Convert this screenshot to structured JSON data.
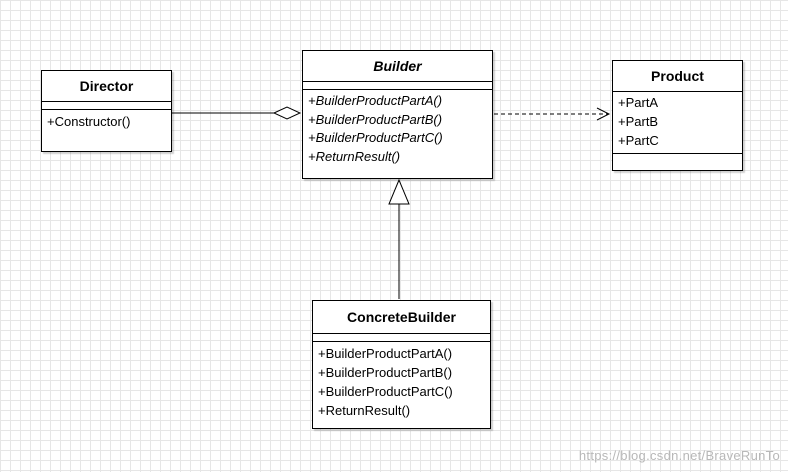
{
  "classes": {
    "director": {
      "name": "Director",
      "attributes": [],
      "operations": [
        "+Constructor()"
      ]
    },
    "builder": {
      "name": "Builder",
      "abstract": true,
      "attributes": [],
      "operations": [
        "+BuilderProductPartA()",
        "+BuilderProductPartB()",
        "+BuilderProductPartC()",
        "+ReturnResult()"
      ]
    },
    "product": {
      "name": "Product",
      "attributes": [
        "+PartA",
        "+PartB",
        "+PartC"
      ],
      "operations": []
    },
    "concrete_builder": {
      "name": "ConcreteBuilder",
      "attributes": [],
      "operations": [
        "+BuilderProductPartA()",
        "+BuilderProductPartB()",
        "+BuilderProductPartC()",
        "+ReturnResult()"
      ]
    }
  },
  "relations": [
    {
      "type": "aggregation",
      "from": "Director",
      "to": "Builder"
    },
    {
      "type": "dependency",
      "from": "Builder",
      "to": "Product"
    },
    {
      "type": "generalization",
      "from": "ConcreteBuilder",
      "to": "Builder"
    }
  ],
  "watermark": "https://blog.csdn.net/BraveRunTo"
}
